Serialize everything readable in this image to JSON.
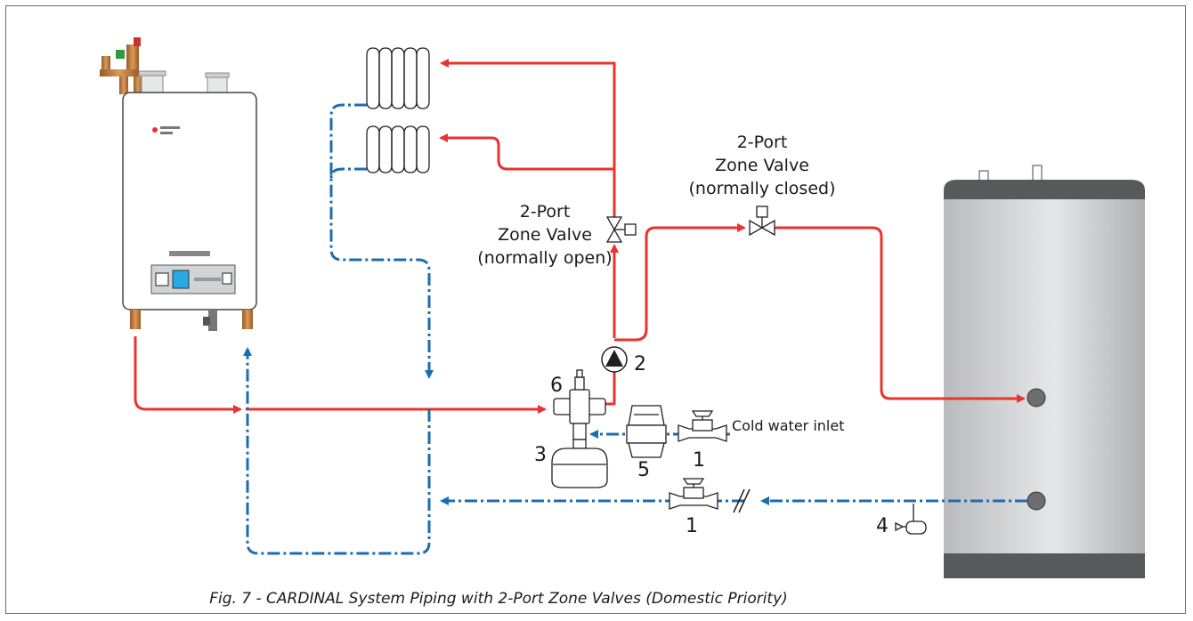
{
  "labels": {
    "zone_valve_closed": [
      "2-Port",
      "Zone Valve",
      "(normally closed)"
    ],
    "zone_valve_open": [
      "2-Port",
      "Zone Valve",
      "(normally open)"
    ],
    "cold_water_inlet": "Cold water inlet",
    "num_2": "2",
    "num_6": "6",
    "num_3": "3",
    "num_5": "5",
    "num_1_upper": "1",
    "num_1_lower": "1",
    "num_4": "4"
  },
  "caption": "Fig. 7 - CARDINAL System Piping with 2-Port Zone Valves (Domestic Priority)",
  "colors": {
    "supply": "#e8332f",
    "return": "#1a6db3",
    "outline": "#231f20",
    "tank": "#c9cbcd",
    "tank_cap": "#58595b"
  },
  "icons": [
    "boiler",
    "radiator",
    "radiator",
    "zone-valve",
    "zone-valve",
    "circulator-pump",
    "mixing-valve",
    "expansion-tank",
    "pressure-reducing-valve",
    "ball-valve",
    "ball-valve",
    "drain-valve",
    "indirect-water-heater"
  ]
}
